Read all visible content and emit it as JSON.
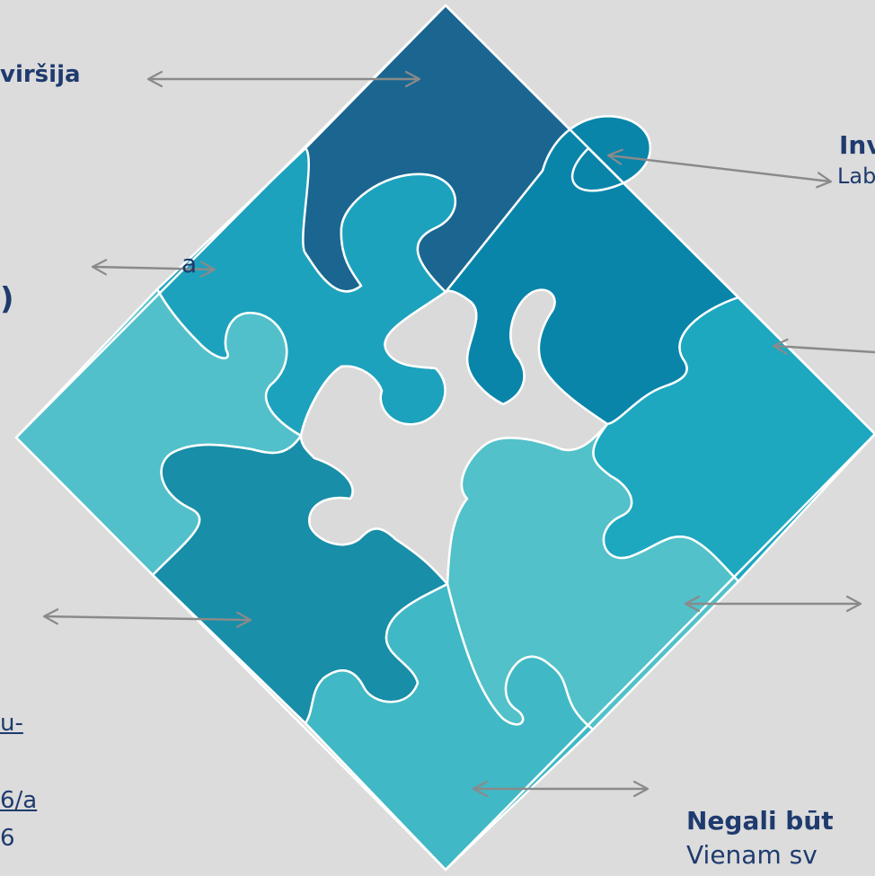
{
  "colors": {
    "background": "#dcdcdc",
    "text": "#1f3b6e",
    "arrow": "#8a8a8a",
    "piece_outline": "#ffffff",
    "piece_top": "#1a6690",
    "piece_upper_left": "#1da2bd",
    "piece_upper_right": "#0a85aa",
    "piece_left": "#52c0ca",
    "piece_right": "#1da8c0",
    "piece_lower_left": "#188ea8",
    "piece_lower_right": "#52c1c9",
    "piece_bottom": "#41b8c5",
    "piece_center": "#dadada"
  },
  "labels": {
    "top_left_title": "viršija",
    "upper_left_fragment_a": "a",
    "upper_left_fragment_b": ")",
    "right_title": "Inv",
    "right_subtitle": "Lab",
    "link_line_1": "u-",
    "link_line_2": "6/a",
    "link_line_3": "6",
    "bottom_title": "Negali būt",
    "bottom_subtitle": "Vienam sv"
  },
  "diagram": {
    "pieces": [
      "top",
      "upper-left",
      "upper-right",
      "left",
      "center",
      "right",
      "lower-left",
      "lower-right",
      "bottom"
    ]
  }
}
